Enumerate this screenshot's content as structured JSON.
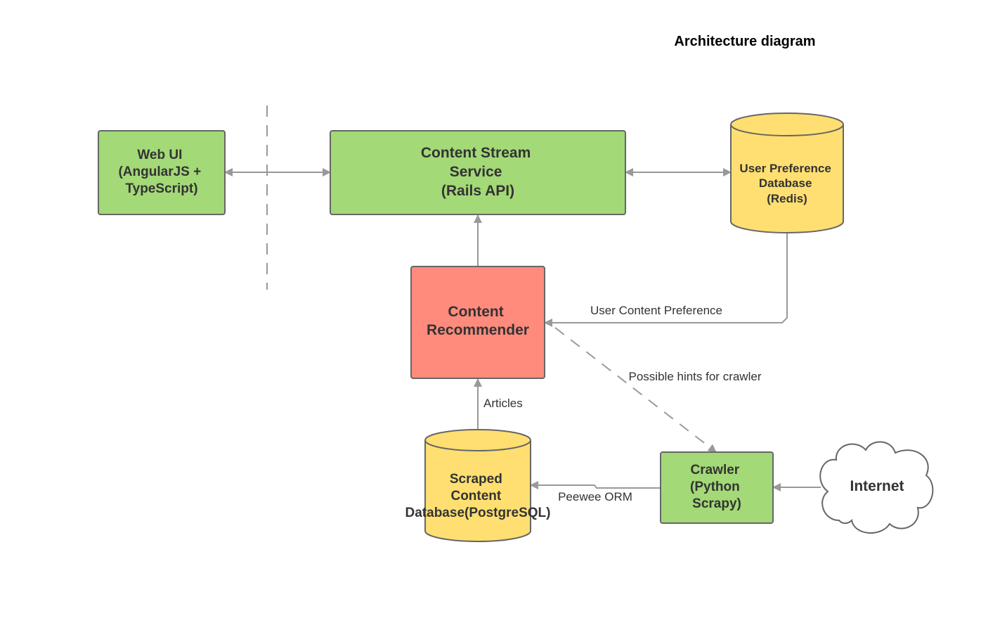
{
  "title": "Architecture diagram",
  "colors": {
    "green": "#a3d977",
    "yellow": "#ffdf71",
    "red": "#ff8b7d",
    "stroke": "#666666",
    "connector": "#999999",
    "text": "#333333"
  },
  "nodes": {
    "web_ui": {
      "lines": [
        "Web UI",
        "(AngularJS +",
        "TypeScript)"
      ]
    },
    "content_stream": {
      "lines": [
        "Content Stream",
        "Service",
        "(Rails API)"
      ]
    },
    "user_pref_db": {
      "lines": [
        "User Preference",
        "Database",
        "(Redis)"
      ]
    },
    "recommender": {
      "lines": [
        "Content",
        "Recommender"
      ]
    },
    "scraped_db": {
      "lines": [
        "Scraped",
        "Content",
        "Database(PostgreSQL)"
      ]
    },
    "crawler": {
      "lines": [
        "Crawler",
        "(Python",
        "Scrapy)"
      ]
    },
    "internet": {
      "label": "Internet"
    }
  },
  "edges": {
    "user_content_preference": "User Content Preference",
    "possible_hints": "Possible hints for crawler",
    "articles": "Articles",
    "peewee_orm": "Peewee ORM"
  }
}
